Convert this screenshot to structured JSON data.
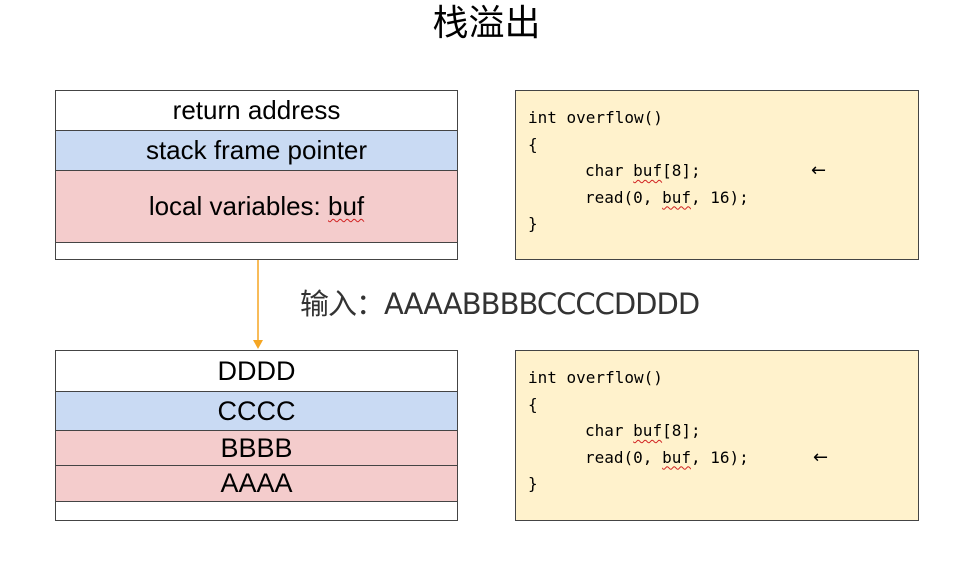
{
  "title": "栈溢出",
  "stack_before": {
    "cells": [
      "return address",
      "stack frame pointer",
      "local variables: ",
      "buf",
      ""
    ]
  },
  "stack_after": {
    "cells": [
      "DDDD",
      "CCCC",
      "BBBB",
      "AAAA",
      ""
    ]
  },
  "input_label": "输入：AAAABBBBCCCCDDDD",
  "code": {
    "line1": "int overflow()",
    "line2": "{",
    "line3_a": "char ",
    "line3_b": "buf",
    "line3_c": "[8];",
    "line4_a": "read(0, ",
    "line4_b": "buf",
    "line4_c": ", 16);",
    "line5": "}",
    "pointer_glyph": "←"
  },
  "colors": {
    "blue": "#c9daf3",
    "pink": "#f4cccc",
    "code_bg": "#fff2cc",
    "arrow": "#f5a623"
  }
}
